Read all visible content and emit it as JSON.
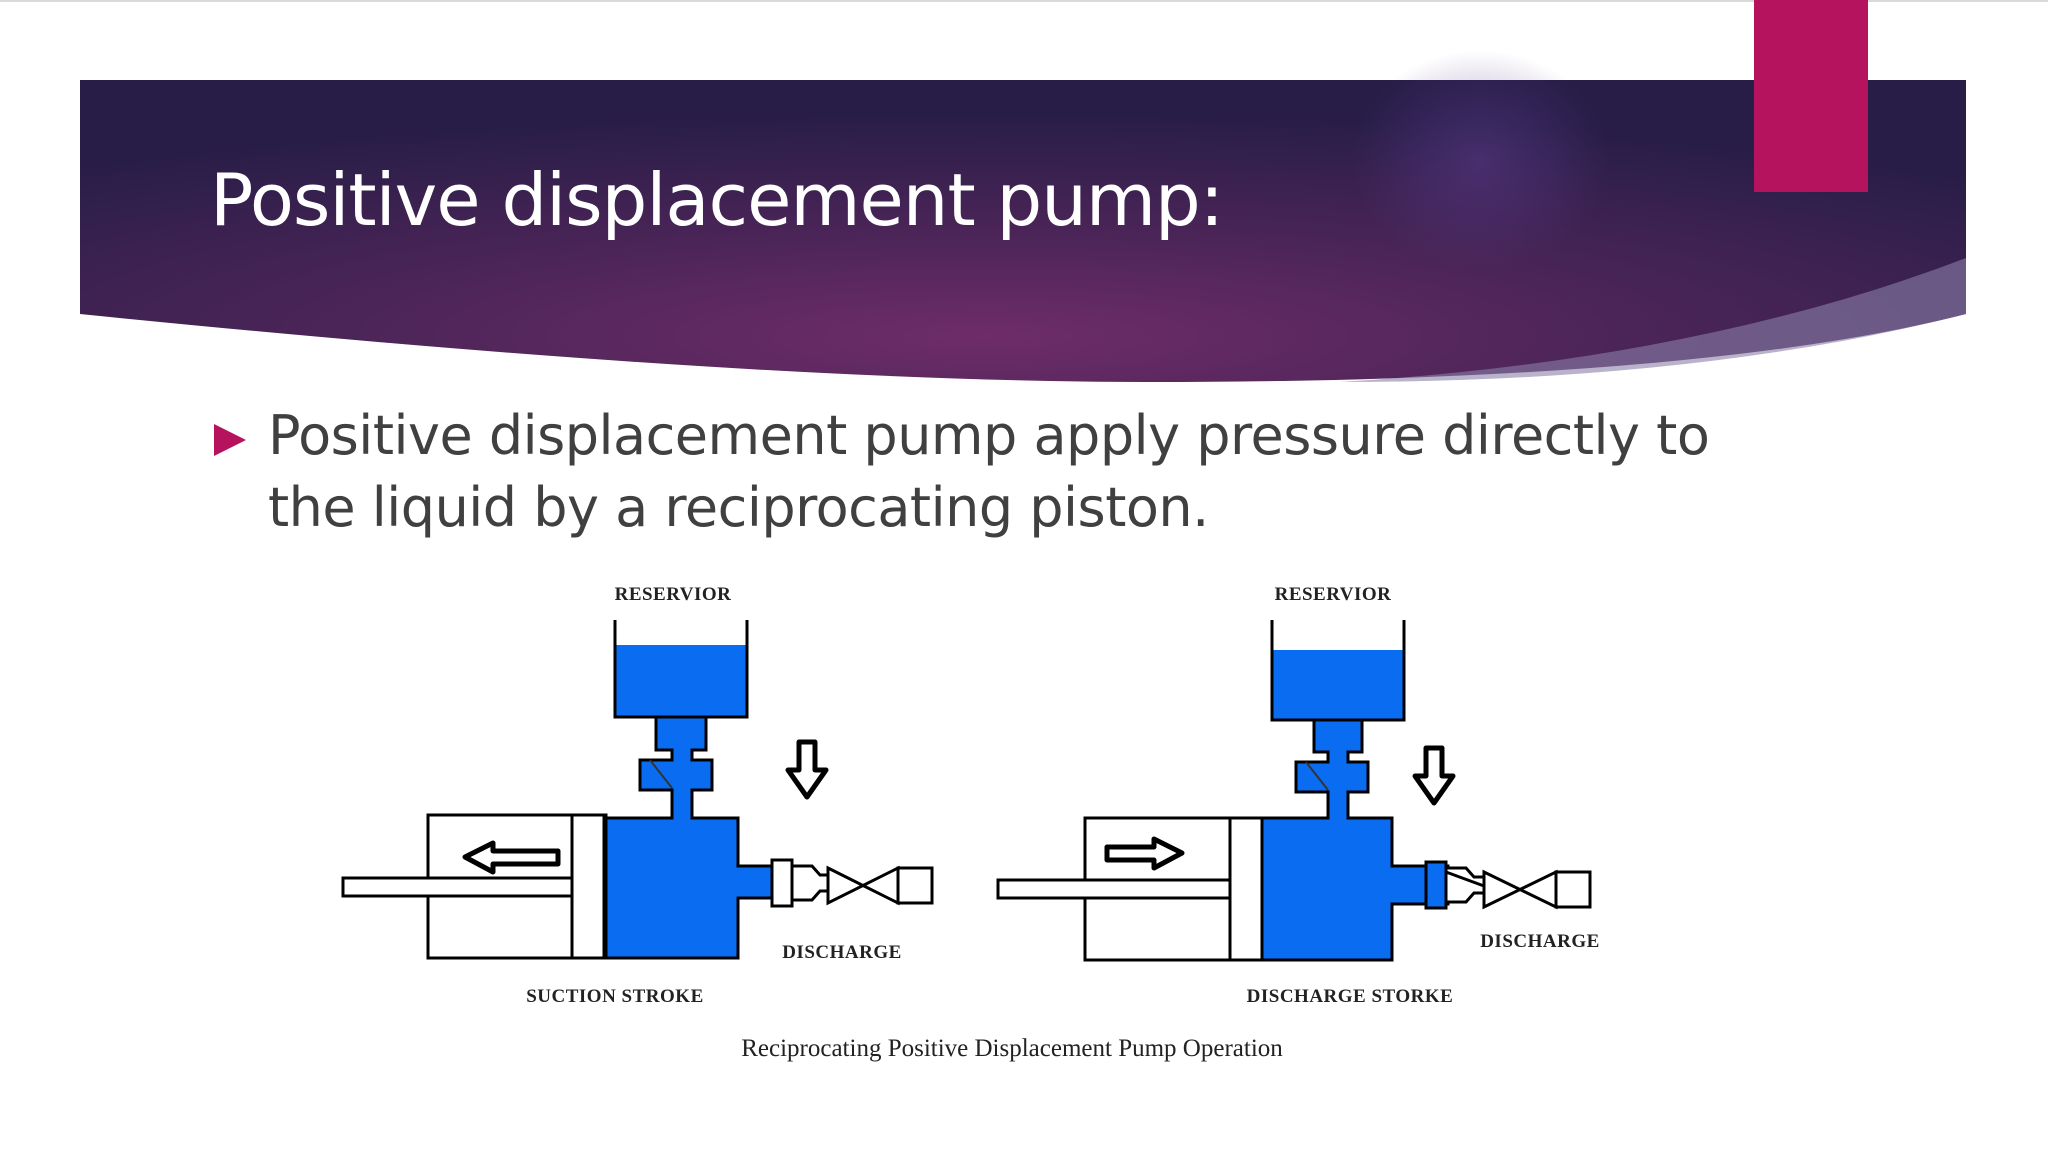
{
  "slide": {
    "title": "Positive displacement pump:",
    "bullet": "Positive displacement pump apply pressure directly to the liquid by a reciprocating piston.",
    "colors": {
      "banner_dark": "#2a1f4c",
      "banner_mid": "#6b2c6a",
      "accent": "#b5135e",
      "text": "#404040",
      "fluid": "#0a6cf0"
    }
  },
  "diagram": {
    "left": {
      "reservoir_label": "RESERVIOR",
      "discharge_label": "DISCHARGE",
      "stroke_label": "SUCTION STROKE"
    },
    "right": {
      "reservoir_label": "RESERVIOR",
      "discharge_label": "DISCHARGE",
      "stroke_label": "DISCHARGE STORKE"
    },
    "caption": "Reciprocating Positive Displacement Pump Operation"
  }
}
